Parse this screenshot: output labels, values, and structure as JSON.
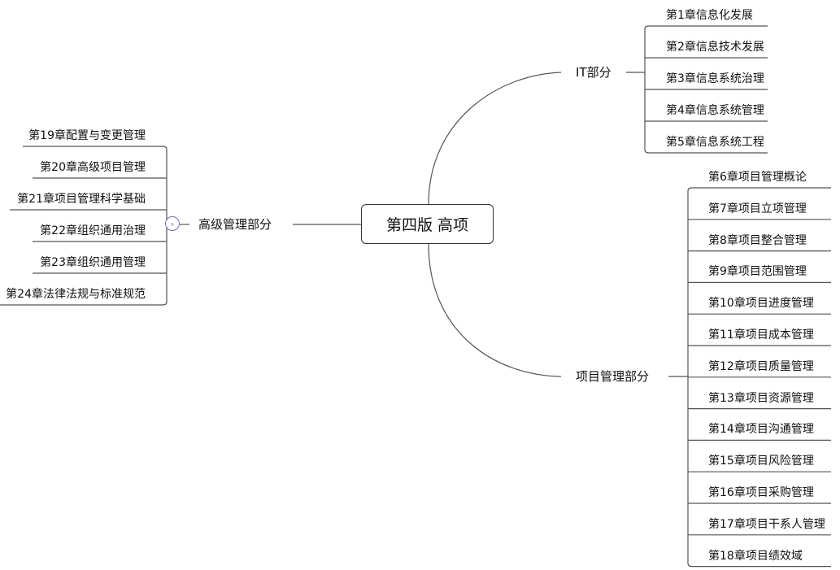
{
  "central": "第四版 高项",
  "branches": {
    "it": {
      "label": "IT部分",
      "chapters": [
        "第1章信息化发展",
        "第2章信息技术发展",
        "第3章信息系统治理",
        "第4章信息系统管理",
        "第5章信息系统工程"
      ]
    },
    "pm": {
      "label": "项目管理部分",
      "chapters": [
        "第6章项目管理概论",
        "第7章项目立项管理",
        "第8章项目整合管理",
        "第9章项目范围管理",
        "第10章项目进度管理",
        "第11章项目成本管理",
        "第12章项目质量管理",
        "第13章项目资源管理",
        "第14章项目沟通管理",
        "第15章项目风险管理",
        "第16章项目采购管理",
        "第17章项目干系人管理",
        "第18章项目绩效域"
      ]
    },
    "adv": {
      "label": "高级管理部分",
      "chapters": [
        "第19章配置与变更管理",
        "第20章高级项目管理",
        "第21章项目管理科学基础",
        "第22章组织通用治理",
        "第23章组织通用管理",
        "第24章法律法规与标准规范"
      ]
    }
  },
  "collapse_icon": "chevron-right-icon",
  "colors": {
    "line": "#555555",
    "accent": "#7a67c9"
  }
}
